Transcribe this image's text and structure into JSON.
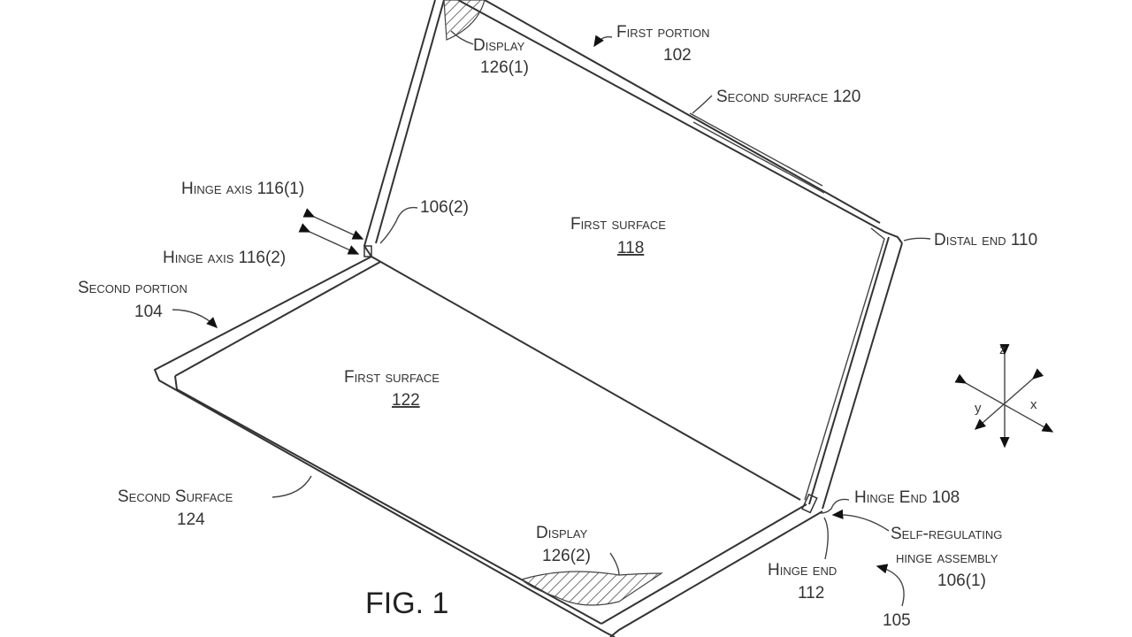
{
  "figure_label": "FIG. 1",
  "labels": {
    "display_126_1": {
      "name": "Display",
      "ref": "126(1)"
    },
    "first_portion": {
      "name": "First portion",
      "ref": "102"
    },
    "second_surface_120": "Second surface 120",
    "hinge_axis_116_1": "Hinge axis 116(1)",
    "hinge_axis_116_2": "Hinge axis 116(2)",
    "ref_106_2": "106(2)",
    "first_surface_118": {
      "name": "First surface",
      "ref": "118"
    },
    "distal_end_110": "Distal end 110",
    "second_portion": {
      "name": "Second portion",
      "ref": "104"
    },
    "first_surface_122": {
      "name": "First surface",
      "ref": "122"
    },
    "second_surface_124": {
      "name": "Second Surface",
      "ref": "124"
    },
    "display_126_2": {
      "name": "Display",
      "ref": "126(2)"
    },
    "hinge_end_108": "Hinge End 108",
    "self_regulating": {
      "line1": "Self-regulating",
      "line2": "hinge assembly",
      "ref": "106(1)"
    },
    "hinge_end_112": {
      "name": "Hinge end",
      "ref": "112"
    },
    "ref_105": "105"
  },
  "axes": {
    "z": "z",
    "y": "y",
    "x": "x"
  }
}
